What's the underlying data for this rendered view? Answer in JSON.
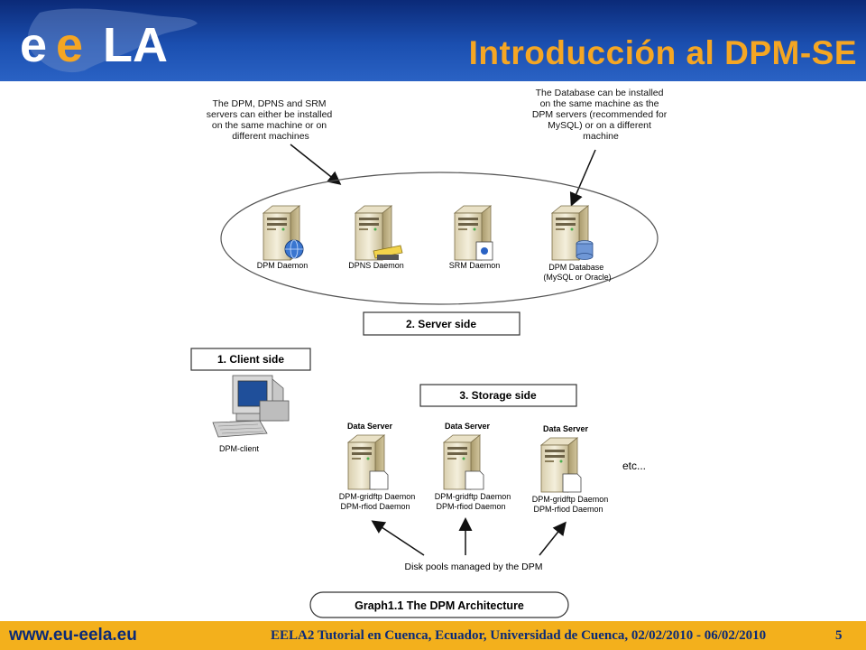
{
  "header": {
    "title": "Introducción al DPM-SE",
    "logo_text": "e e L A"
  },
  "diagram": {
    "note_servers": [
      "The DPM, DPNS and SRM",
      "servers can either be installed",
      "on the same machine or on",
      "different machines"
    ],
    "note_database": [
      "The Database can be installed",
      "on the same machine as the",
      "DPM servers (recommended for",
      "MySQL) or on a different",
      "machine"
    ],
    "server_labels": {
      "dpm": "DPM Daemon",
      "dpns": "DPNS Daemon",
      "srm": "SRM Daemon",
      "db": [
        "DPM Database",
        "(MySQL or Oracle)"
      ]
    },
    "box_server_side": "2. Server side",
    "box_client_side": "1. Client side",
    "client_label": "DPM-client",
    "box_storage_side": "3. Storage side",
    "data_server_title": "Data Server",
    "data_server_line1": "DPM-gridftp Daemon",
    "data_server_line2": "DPM-rfiod Daemon",
    "etc": "etc...",
    "disk_pools": "Disk pools managed by the DPM",
    "caption": "Graph1.1 The DPM Architecture"
  },
  "footer": {
    "url": "www.eu-eela.eu",
    "text": "EELA2 Tutorial en Cuenca, Ecuador, Universidad de Cuenca, 02/02/2010 - 06/02/2010",
    "page": "5"
  },
  "colors": {
    "header_blue": "#1b4fb0",
    "title_orange": "#f5a623",
    "footer_gold": "#f3b01c",
    "footer_text": "#0a2a78"
  }
}
